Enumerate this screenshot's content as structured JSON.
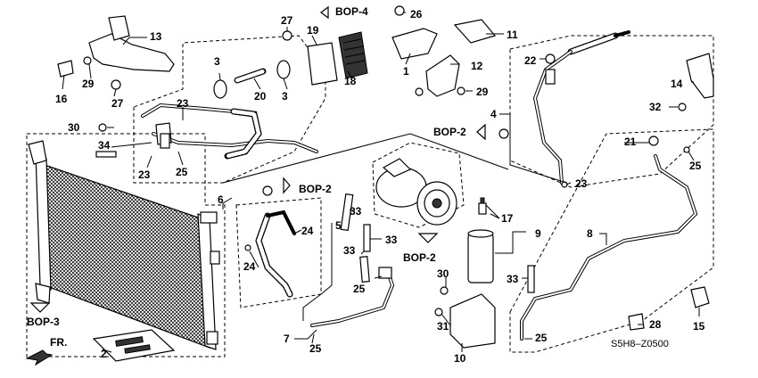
{
  "diagram": {
    "code": "S5H8–Z0500",
    "refs": {
      "bop4": "BOP-4",
      "bop2_a": "BOP-2",
      "bop2_b": "BOP-2",
      "bop2_c": "BOP-2",
      "bop3": "BOP-3",
      "fr": "FR."
    },
    "labels": {
      "l1": "1",
      "l2": "2",
      "l3a": "3",
      "l3b": "3",
      "l4": "4",
      "l5": "5",
      "l6": "6",
      "l7": "7",
      "l8": "8",
      "l9": "9",
      "l10": "10",
      "l11": "11",
      "l12": "12",
      "l13": "13",
      "l14": "14",
      "l15": "15",
      "l16": "16",
      "l17": "17",
      "l18": "18",
      "l19": "19",
      "l20": "20",
      "l21": "21",
      "l22": "22",
      "l23a": "23",
      "l23b": "23",
      "l23c": "23",
      "l24a": "24",
      "l24b": "24",
      "l25a": "25",
      "l25b": "25",
      "l25c": "25",
      "l25d": "25",
      "l25e": "25",
      "l26": "26",
      "l27a": "27",
      "l27b": "27",
      "l28": "28",
      "l29a": "29",
      "l29b": "29",
      "l30a": "30",
      "l30b": "30",
      "l31": "31",
      "l32": "32",
      "l33a": "33",
      "l33b": "33",
      "l33c": "33",
      "l33d": "33",
      "l34": "34"
    }
  }
}
